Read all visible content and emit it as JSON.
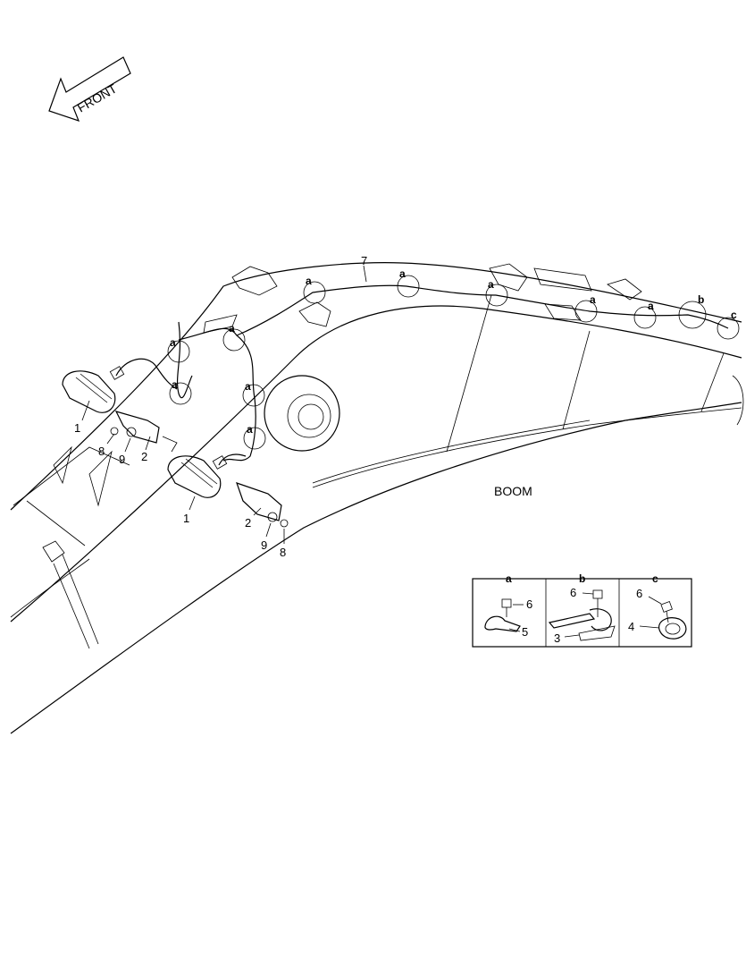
{
  "front_arrow": {
    "text": "FRONT"
  },
  "boom_label": "BOOM",
  "callouts": {
    "a": "a",
    "b": "b",
    "c": "c"
  },
  "part_numbers": {
    "p1": "1",
    "p2": "2",
    "p3": "3",
    "p4": "4",
    "p5": "5",
    "p6": "6",
    "p7": "7",
    "p8": "8",
    "p9": "9"
  },
  "detail_table": {
    "headers": [
      "a",
      "b",
      "c"
    ],
    "a_parts": [
      "6",
      "5"
    ],
    "b_parts": [
      "6",
      "3"
    ],
    "c_parts": [
      "6",
      "4"
    ]
  }
}
